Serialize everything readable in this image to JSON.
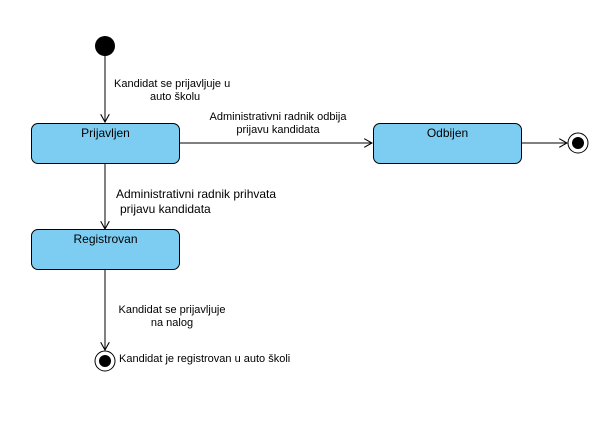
{
  "diagram": {
    "type": "UML state machine",
    "states": {
      "prijavljen": "Prijavljen",
      "odbijen": "Odbijen",
      "registrovan": "Registrovan"
    },
    "transitions": {
      "start_to_prijavljen": [
        "Kandidat se prijavljuje u",
        "auto školu"
      ],
      "prijavljen_to_odbijen": [
        "Administrativni radnik odbija",
        "prijavu kandidata"
      ],
      "prijavljen_to_registrovan": [
        "Administrativni radnik prihvata",
        "prijavu kandidata"
      ],
      "registrovan_to_end": [
        "Kandidat se prijavljuje",
        "na nalog"
      ]
    },
    "end_note": "Kandidat je registrovan u auto školi",
    "colors": {
      "state_fill": "#7dcdf3",
      "stroke": "#000000"
    }
  }
}
